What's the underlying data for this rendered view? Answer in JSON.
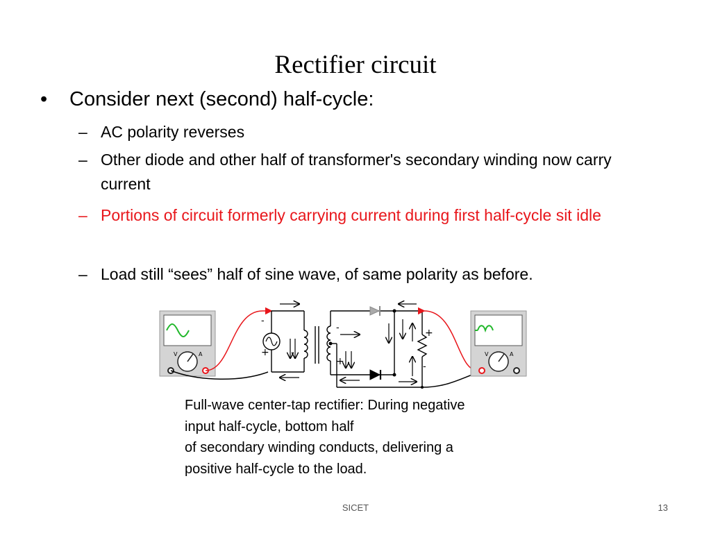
{
  "slide": {
    "title": "Rectifier circuit",
    "bullet_symbol": "•",
    "dash_symbol": "–",
    "main_bullet": "Consider next (second) half-cycle:",
    "sub_bullets": [
      {
        "text": "AC polarity reverses"
      },
      {
        "text": "Other diode and other half of transformer's secondary winding now carry current"
      },
      {
        "text": "Portions of circuit formerly carrying current during first half-cycle sit idle",
        "color": "#e8161b"
      },
      {
        "text": "Load still “sees” half of sine wave, of  same polarity as before."
      }
    ],
    "caption_lines": [
      "Full-wave center-tap rectifier: During negative",
      "input half-cycle, bottom half",
      "of secondary winding conducts, delivering a",
      "positive half-cycle to the load."
    ],
    "footer": "SICET",
    "page_number": "13"
  },
  "diagram": {
    "signs": {
      "plus": "+",
      "minus": "-"
    },
    "colors": {
      "probe_red": "#e8161b",
      "trace_green": "#22b82c",
      "scope_body": "#d4d4d4"
    },
    "left_scope_waveform": "full sine wave",
    "right_scope_waveform": "positive half-cycles"
  }
}
